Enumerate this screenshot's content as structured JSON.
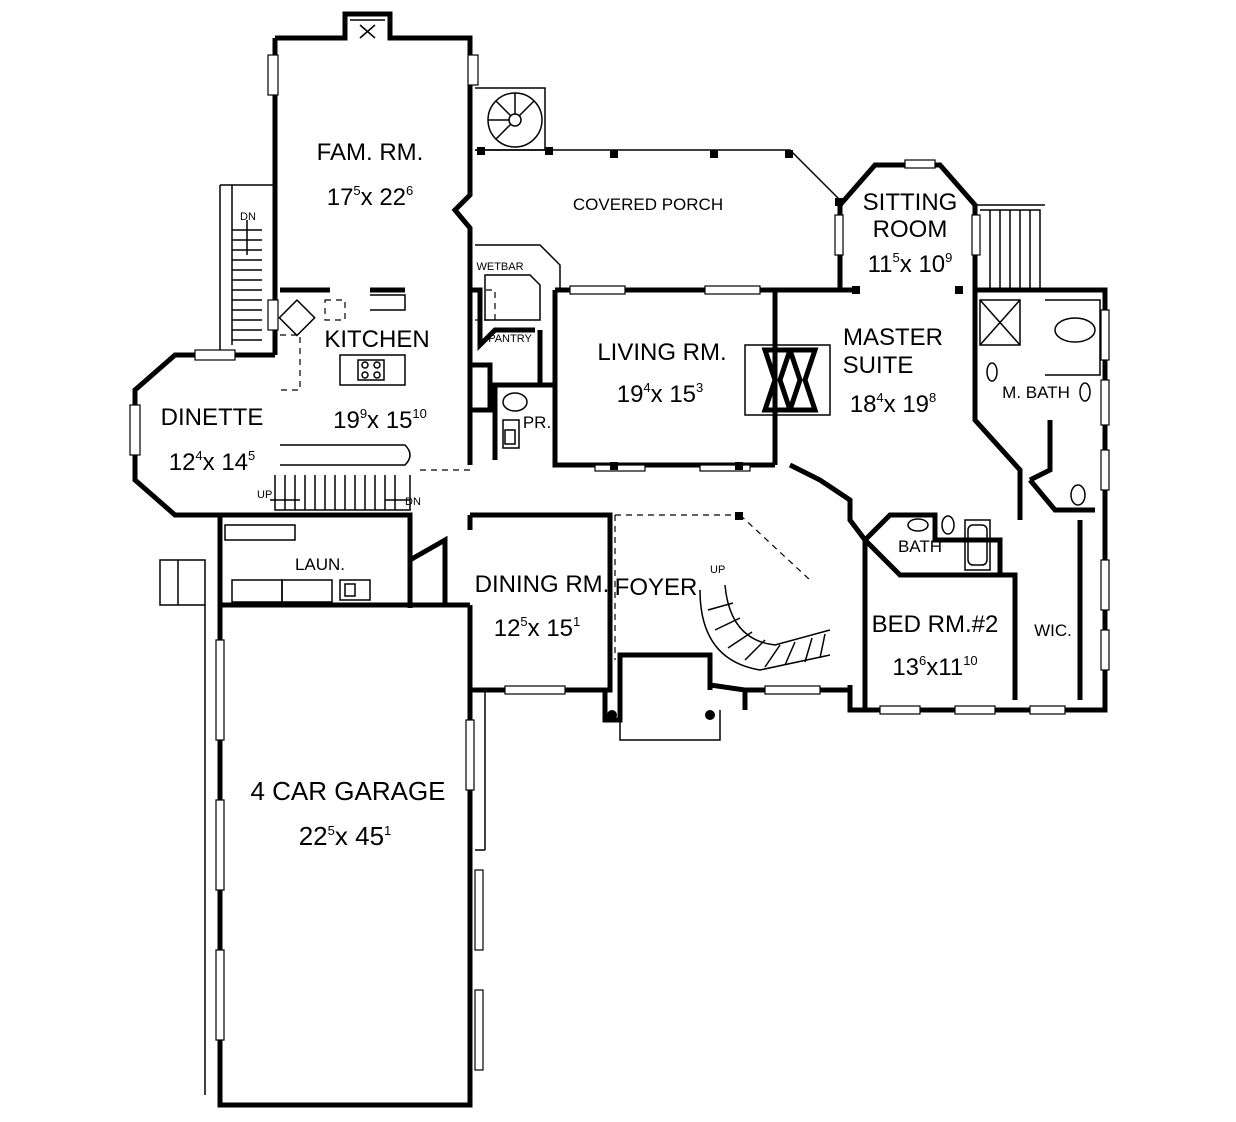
{
  "rooms": {
    "fam_rm": {
      "name": "FAM. RM.",
      "w": "17",
      "w_in": "5",
      "x": "x",
      "h": "22",
      "h_in": "6"
    },
    "covered_porch": {
      "name": "COVERED PORCH"
    },
    "sitting_room": {
      "name1": "SITTING",
      "name2": "ROOM",
      "w": "11",
      "w_in": "5",
      "x": "x",
      "h": "10",
      "h_in": "9"
    },
    "wetbar": {
      "name": "WETBAR"
    },
    "pantry": {
      "name": "PANTRY"
    },
    "kitchen": {
      "name": "KITCHEN",
      "w": "19",
      "w_in": "9",
      "x": "x",
      "h": "15",
      "h_in": "10"
    },
    "living_rm": {
      "name": "LIVING RM.",
      "w": "19",
      "w_in": "4",
      "x": "x",
      "h": "15",
      "h_in": "3"
    },
    "master_suite": {
      "name1": "MASTER",
      "name2": "SUITE",
      "w": "18",
      "w_in": "4",
      "x": "x",
      "h": "19",
      "h_in": "8"
    },
    "m_bath": {
      "name": "M. BATH"
    },
    "dinette": {
      "name": "DINETTE",
      "w": "12",
      "w_in": "4",
      "x": "x",
      "h": "14",
      "h_in": "5"
    },
    "pr": {
      "name": "PR."
    },
    "laun": {
      "name": "LAUN."
    },
    "dining_rm": {
      "name": "DINING RM.",
      "w": "12",
      "w_in": "5",
      "x": "x",
      "h": "15",
      "h_in": "1"
    },
    "foyer": {
      "name": "FOYER"
    },
    "bath": {
      "name": "BATH"
    },
    "bed_rm_2": {
      "name": "BED RM.#2",
      "w": "13",
      "w_in": "6",
      "x": "x",
      "h": "11",
      "h_in": "10"
    },
    "wic": {
      "name": "WIC."
    },
    "garage": {
      "name": "4 CAR GARAGE",
      "w": "22",
      "w_in": "5",
      "x": "x",
      "h": "45",
      "h_in": "1"
    }
  },
  "stairs": {
    "dn_top": "DN",
    "up_main": "UP",
    "dn_main": "DN",
    "up_foyer": "UP"
  }
}
